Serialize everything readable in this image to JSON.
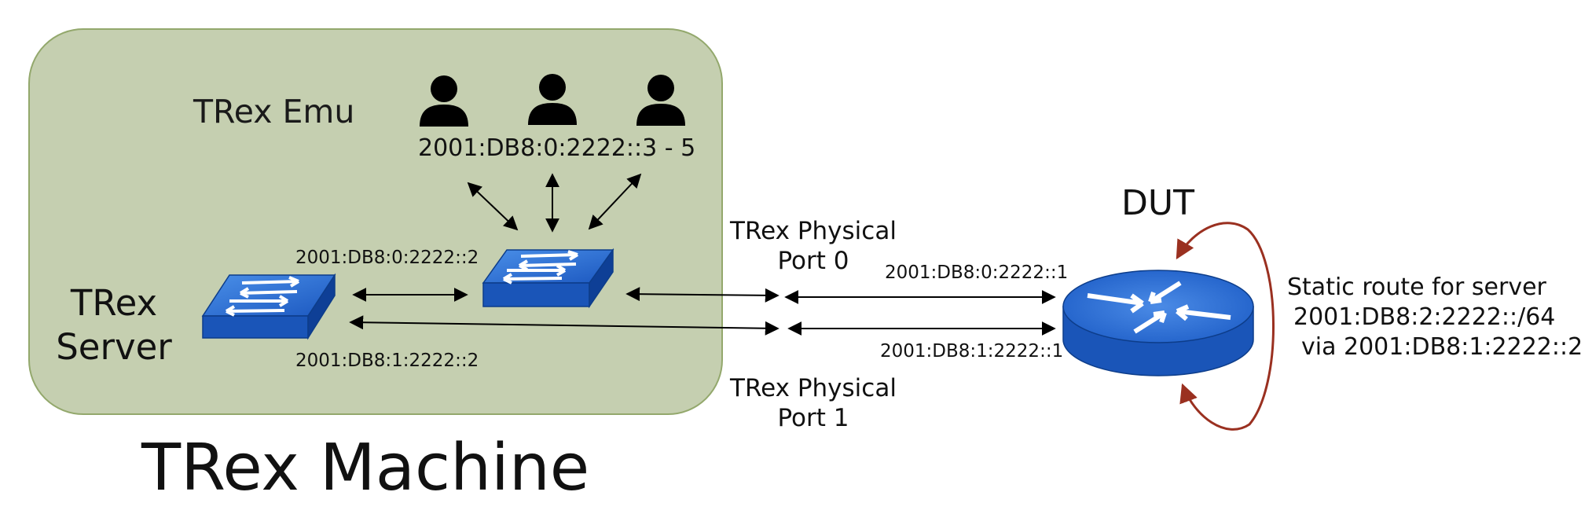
{
  "diagram": {
    "machine_title": "TRex Machine",
    "emu_title": "TRex Emu",
    "server_title_line1": "TRex",
    "server_title_line2": "Server",
    "dut_title": "DUT",
    "emu_clients_ip": "2001:DB8:0:2222::3 - 5",
    "emu_switch_ip": "2001:DB8:0:2222::2",
    "server_ip": "2001:DB8:1:2222::2",
    "dut_port0_ip": "2001:DB8:0:2222::1",
    "dut_port1_ip": "2001:DB8:1:2222::1",
    "port0_line1": "TRex Physical",
    "port0_line2": "Port 0",
    "port1_line1": "TRex Physical",
    "port1_line2": "Port 1",
    "route_line1": "Static route for server",
    "route_line2": "2001:DB8:2:2222::/64",
    "route_line3": "via 2001:DB8:1:2222::2"
  },
  "icons": [
    "user-icon",
    "user-icon",
    "user-icon",
    "switch-icon",
    "switch-icon",
    "router-icon"
  ],
  "colors": {
    "machine_fill": "#c5cfb0",
    "machine_border": "#93a86c",
    "device_blue": "#1f5fc8",
    "route_arrow": "#9a3020"
  }
}
